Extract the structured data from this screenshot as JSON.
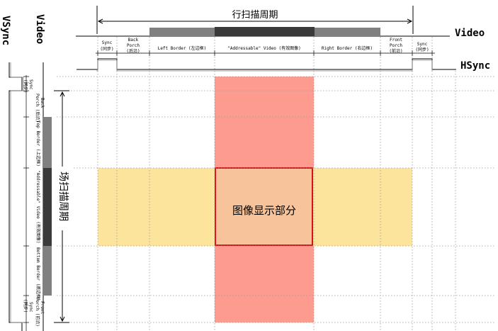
{
  "labels": {
    "hscan_period": "行扫描周期",
    "vscan_period": "场扫描周期",
    "video_top": "Video",
    "hsync": "HSync",
    "vsync": "VSync",
    "video_left": "Video",
    "display_area": "图像显示部分"
  },
  "h_segments": [
    {
      "line1": "Sync",
      "line2": "(同步)",
      "line3": ""
    },
    {
      "line1": "Back",
      "line2": "Porch",
      "line3": "(后沿)"
    },
    {
      "line1": "Left Border (左边框)",
      "line2": "",
      "line3": ""
    },
    {
      "line1": "\"Addressable\" Video (有效图像)",
      "line2": "",
      "line3": ""
    },
    {
      "line1": "Right Border (右边框)",
      "line2": "",
      "line3": ""
    },
    {
      "line1": "Front",
      "line2": "Porch",
      "line3": "(前沿)"
    },
    {
      "line1": "Sync",
      "line2": "(同步)",
      "line3": ""
    }
  ],
  "v_segments": [
    {
      "line1": "Sync",
      "line2": "(同步)"
    },
    {
      "line1": "Back",
      "line2": "Porch (后沿)"
    },
    {
      "line1": "Top Border (上边框)",
      "line2": ""
    },
    {
      "line1": "\"Addressable\" Video (有效图像)",
      "line2": ""
    },
    {
      "line1": "Bottom Border (底边框)",
      "line2": ""
    },
    {
      "line1": "Front",
      "line2": "Porch (前沿)"
    },
    {
      "line1": "Sync",
      "line2": "(同步)"
    }
  ],
  "colors": {
    "addressable_column": "#fe9b8f",
    "addressable_row": "#fde49c",
    "intersection": "#f7c39a",
    "intersection_border": "#e0101a",
    "display_text": "#e0101a",
    "bar_dark": "#3a3a3a",
    "bar_mid": "#808080",
    "grid": "#9a9a9a"
  }
}
